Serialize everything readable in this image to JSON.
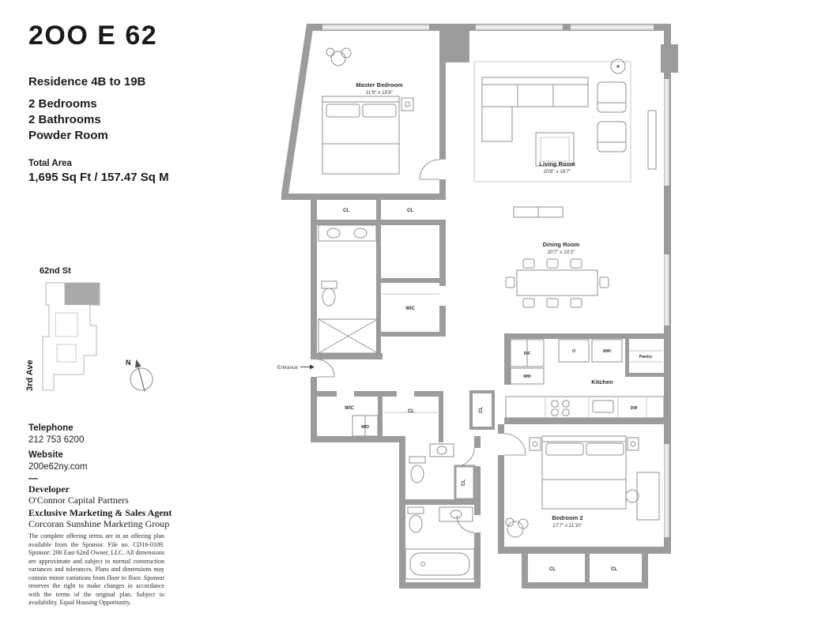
{
  "header": {
    "logo": "2OO E 62",
    "residence": "Residence 4B to 19B",
    "features": [
      "2 Bedrooms",
      "2 Bathrooms",
      "Powder Room"
    ],
    "total_area_label": "Total Area",
    "total_area_value": "1,695 Sq Ft / 157.47 Sq M"
  },
  "map": {
    "street": "62nd St",
    "avenue": "3rd Ave",
    "north_label": "N"
  },
  "contact": {
    "telephone_label": "Telephone",
    "telephone": "212 753 6200",
    "website_label": "Website",
    "website": "200e62ny.com",
    "divider": "—",
    "developer_label": "Developer",
    "developer": "O'Connor Capital Partners",
    "agent_label": "Exclusive Marketing & Sales Agent",
    "agent": "Corcoran Sunshine Marketing Group"
  },
  "disclaimer": "The complete offering terms are in an offering plan available from the Sponsor. File no. CD16-0109. Sponsor: 200 East 62nd Owner, LLC. All dimensions are approximate and subject to normal construction variances and tolerances. Plans and dimensions may contain minor variations from floor to floor. Sponsor reserves the right to make changes in accordance with the terms of the original plan. Subject to availability. Equal Housing Opportunity.",
  "plan": {
    "entrance": "Entrance",
    "rooms": {
      "master": {
        "name": "Master Bedroom",
        "dim": "11'9\" x 15'8\""
      },
      "living": {
        "name": "Living Room",
        "dim": "20'8\" x 16'7\""
      },
      "dining": {
        "name": "Dining Room",
        "dim": "20'7\" x 10'2\""
      },
      "kitchen": {
        "name": "Kitchen"
      },
      "bedroom2": {
        "name": "Bedroom 2",
        "dim": "17'7\" x 11'10\""
      }
    },
    "tags": {
      "cl": "CL",
      "wic": "WIC",
      "wd": "W/D",
      "rf": "R/F",
      "mw": "MW",
      "oven": "O",
      "wr": "W/R",
      "pantry": "Pantry",
      "dw": "DW"
    }
  },
  "colors": {
    "wall": "#9c9c9c",
    "map_highlight": "#a9a9a9",
    "text": "#1c1c1c"
  }
}
